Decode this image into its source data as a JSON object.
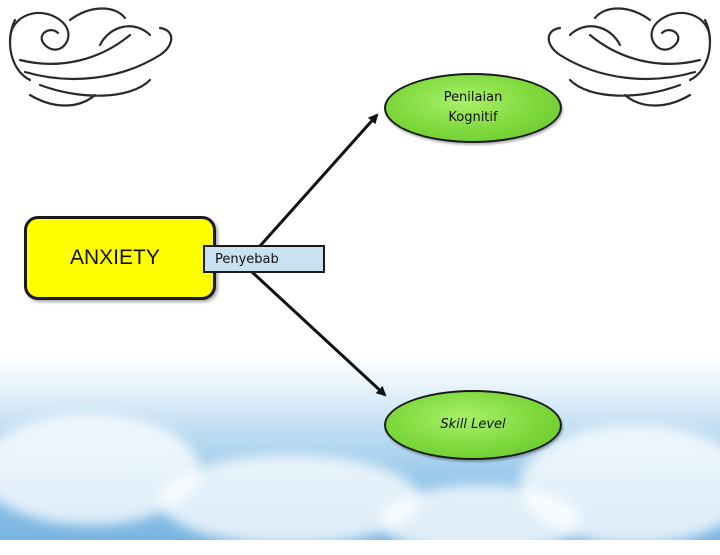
{
  "diagram": {
    "root_label": "ANXIETY",
    "cause_label": "Penyebab",
    "outcomes": [
      {
        "line1": "Penilaian",
        "line2": "Kognitif"
      },
      {
        "line1": "Skill Level"
      }
    ]
  },
  "colors": {
    "root_fill": "#ffff00",
    "cause_fill": "#c9e1f1",
    "outcome_fill": "#7dd83b",
    "sky": "#8ec2e8"
  },
  "decorations": [
    "swirl-ornament-left",
    "swirl-ornament-right",
    "sky-clouds-background"
  ]
}
